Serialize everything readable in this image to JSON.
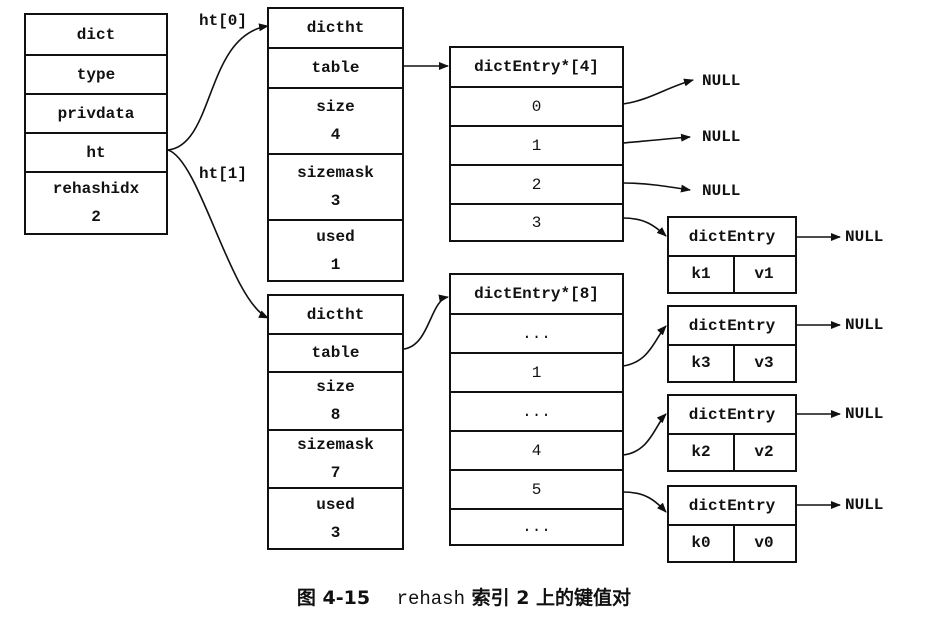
{
  "dict": {
    "title": "dict",
    "fields": [
      {
        "name": "type"
      },
      {
        "name": "privdata"
      },
      {
        "name": "ht"
      },
      {
        "name": "rehashidx",
        "value": "2"
      }
    ]
  },
  "pointer_labels": {
    "ht0": "ht[0]",
    "ht1": "ht[1]"
  },
  "ht0": {
    "title": "dictht",
    "table_label": "table",
    "size_label": "size",
    "size": "4",
    "sizemask_label": "sizemask",
    "sizemask": "3",
    "used_label": "used",
    "used": "1",
    "array_title": "dictEntry*[4]",
    "slots": [
      "0",
      "1",
      "2",
      "3"
    ]
  },
  "ht1": {
    "title": "dictht",
    "table_label": "table",
    "size_label": "size",
    "size": "8",
    "sizemask_label": "sizemask",
    "sizemask": "7",
    "used_label": "used",
    "used": "3",
    "array_title": "dictEntry*[8]",
    "slots": [
      "...",
      "1",
      "...",
      "4",
      "5",
      "..."
    ]
  },
  "null_label": "NULL",
  "entries": [
    {
      "title": "dictEntry",
      "key": "k1",
      "value": "v1"
    },
    {
      "title": "dictEntry",
      "key": "k3",
      "value": "v3"
    },
    {
      "title": "dictEntry",
      "key": "k2",
      "value": "v2"
    },
    {
      "title": "dictEntry",
      "key": "k0",
      "value": "v0"
    }
  ],
  "caption": {
    "prefix": "图 4-15",
    "code": "rehash",
    "suffix": "索引 2 上的键值对"
  }
}
